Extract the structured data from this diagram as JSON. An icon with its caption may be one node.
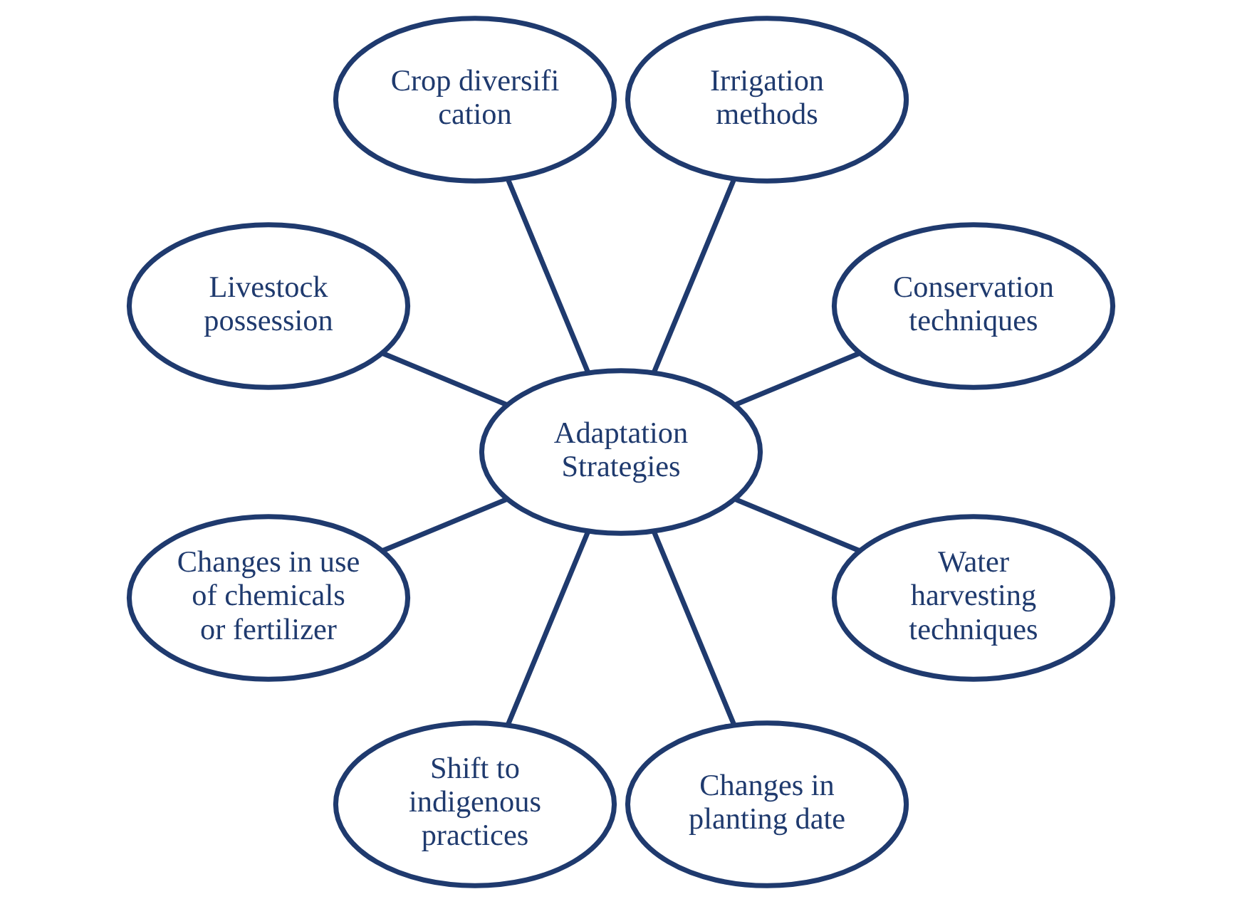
{
  "diagram": {
    "nodes": [
      {
        "text": [
          "Conservation techniques"
        ]
      },
      {
        "text": [
          "Irrigation methods"
        ]
      },
      {
        "text": [
          "Crop diversification"
        ]
      },
      {
        "text": [
          "Livestock possession"
        ]
      },
      {
        "text": [
          "Adaptation Strategies"
        ]
      },
      {
        "text": [
          "Changes in use of chemicals or fertilizer"
        ]
      },
      {
        "text": [
          "Shift to indigenous practices"
        ]
      },
      {
        "text": [
          "Changes in planting date"
        ]
      },
      {
        "text": [
          "Water harvesting techniques"
        ]
      }
    ],
    "edges": [
      {
        "from": 4,
        "to": 0,
        "arrow": "none"
      },
      {
        "from": 4,
        "to": 2,
        "arrow": "none"
      },
      {
        "from": 4,
        "to": 5,
        "arrow": "none"
      },
      {
        "from": 4,
        "to": 7,
        "arrow": "none"
      },
      {
        "from": 4,
        "to": 8,
        "arrow": "none"
      },
      {
        "from": 4,
        "to": 6,
        "arrow": "none"
      },
      {
        "from": 4,
        "to": 3,
        "arrow": "none"
      },
      {
        "from": 4,
        "to": 1,
        "arrow": "none"
      }
    ]
  }
}
